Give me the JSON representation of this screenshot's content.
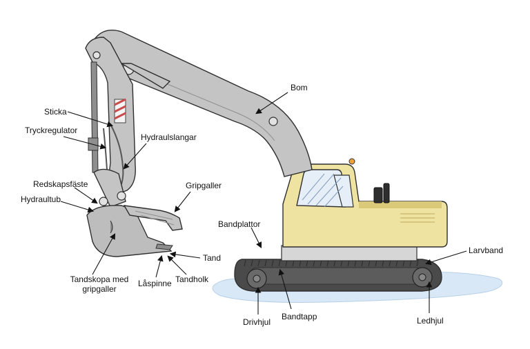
{
  "colors": {
    "arm_gray": "#c4c4c4",
    "arm_dark": "#8f8f8f",
    "cab_yellow": "#efe3a2",
    "cab_shadow": "#d9c979",
    "track_dark": "#4a4a4a",
    "water_blue": "#d8e8f7",
    "outline": "#2f2f2f",
    "stripe_red": "#c94b4b"
  },
  "labels": {
    "bom": "Bom",
    "sticka": "Sticka",
    "tryckregulator": "Tryckregulator",
    "hydraulslangar": "Hydraulslangar",
    "redskapsfaste": "Redskapsfäste",
    "hydraultub": "Hydraultub",
    "gripgaller": "Gripgaller",
    "bandplattor": "Bandplattor",
    "tand": "Tand",
    "tandholk": "Tandholk",
    "laspinne": "Låspinne",
    "tandskopa": "Tandskopa med gripgaller",
    "larvband": "Larvband",
    "bandtapp": "Bandtapp",
    "drivhjul": "Drivhjul",
    "ledhjul": "Ledhjul"
  }
}
